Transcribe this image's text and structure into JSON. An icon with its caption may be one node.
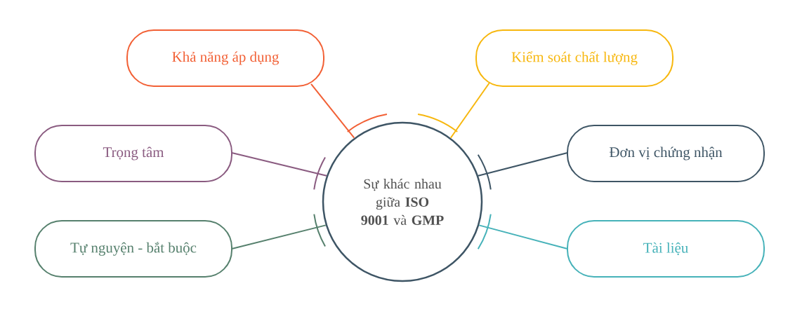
{
  "diagram": {
    "nodes": [
      {
        "text": [
          "Sự khác nhau giữa **ISO 9001** và **GMP**"
        ]
      },
      {
        "text": [
          "Khả năng áp dụng"
        ]
      },
      {
        "text": [
          "Kiểm soát chất lượng"
        ]
      },
      {
        "text": [
          "Trọng tâm"
        ]
      },
      {
        "text": [
          "Đơn vị chứng nhận"
        ]
      },
      {
        "text": [
          "Tự nguyện - bắt buộc"
        ]
      },
      {
        "text": [
          "Tài liệu"
        ]
      }
    ],
    "edges": [
      {
        "from": 1,
        "to": 0,
        "arrow": "none",
        "color": "#f26035"
      },
      {
        "from": 2,
        "to": 0,
        "arrow": "none",
        "color": "#f7b70e"
      },
      {
        "from": 3,
        "to": 0,
        "arrow": "none",
        "color": "#8a5b80"
      },
      {
        "from": 4,
        "to": 0,
        "arrow": "none",
        "color": "#3e5565"
      },
      {
        "from": 5,
        "to": 0,
        "arrow": "none",
        "color": "#56806d"
      },
      {
        "from": 6,
        "to": 0,
        "arrow": "none",
        "color": "#46b2b9"
      }
    ]
  }
}
